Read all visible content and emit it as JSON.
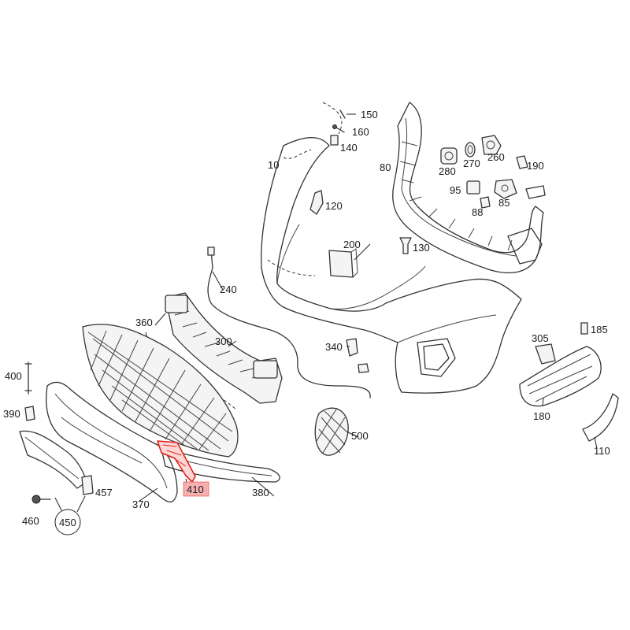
{
  "highlight_color": "#e0201a",
  "labels": {
    "p10": "10",
    "p80": "80",
    "p85": "85",
    "p88": "88",
    "p95": "95",
    "p110": "110",
    "p120": "120",
    "p130": "130",
    "p140": "140",
    "p150": "150",
    "p160": "160",
    "p180": "180",
    "p185": "185",
    "p190": "190",
    "p200": "200",
    "p240": "240",
    "p260": "260",
    "p270": "270",
    "p280": "280",
    "p300": "300",
    "p305": "305",
    "p340": "340",
    "p360": "360",
    "p370": "370",
    "p380": "380",
    "p390": "390",
    "p400": "400",
    "p410": "410",
    "p450": "450",
    "p457": "457",
    "p460": "460",
    "p500": "500"
  }
}
